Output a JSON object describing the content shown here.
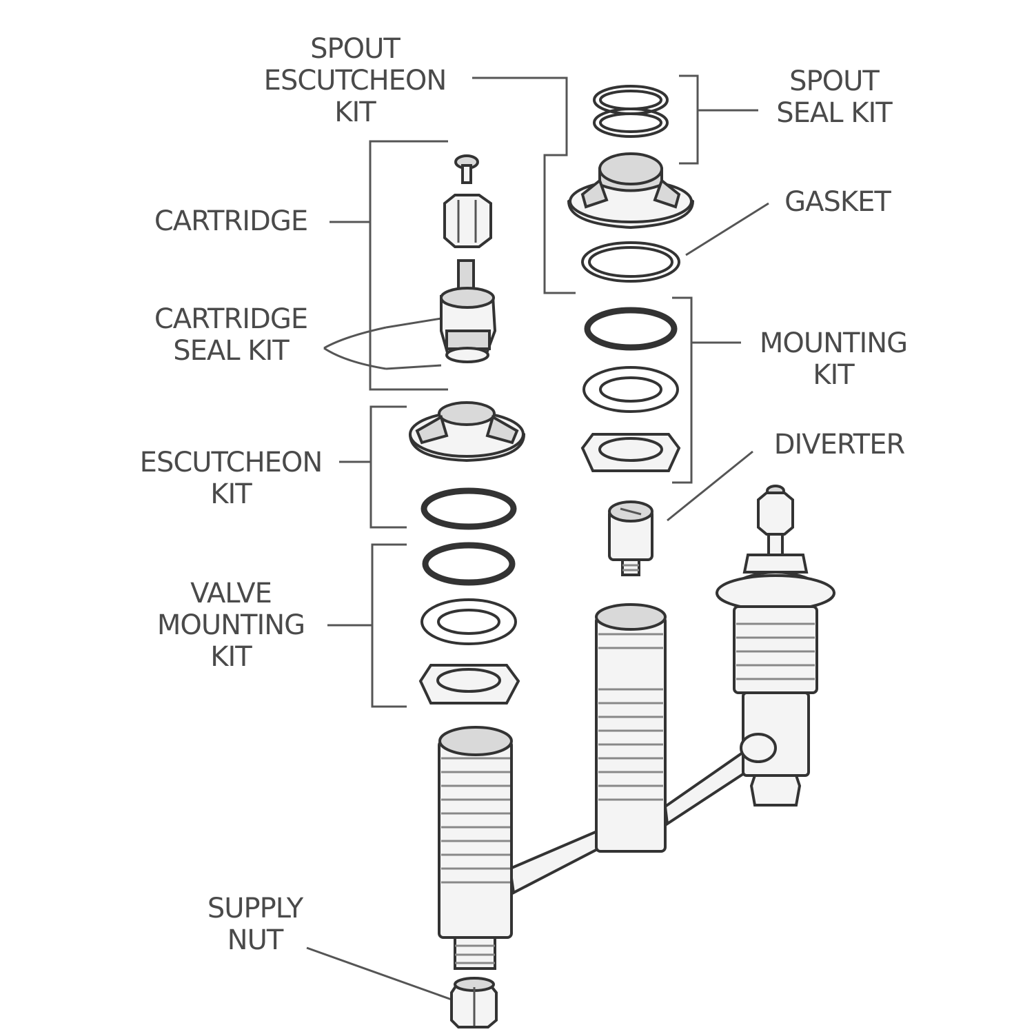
{
  "labels": {
    "spout_escutcheon_kit": [
      "SPOUT",
      "ESCUTCHEON",
      "KIT"
    ],
    "spout_seal_kit": [
      "SPOUT",
      "SEAL KIT"
    ],
    "cartridge": [
      "CARTRIDGE"
    ],
    "gasket": [
      "GASKET"
    ],
    "cartridge_seal_kit": [
      "CARTRIDGE",
      "SEAL KIT"
    ],
    "mounting_kit": [
      "MOUNTING",
      "KIT"
    ],
    "diverter": [
      "DIVERTER"
    ],
    "escutcheon_kit": [
      "ESCUTCHEON",
      "KIT"
    ],
    "valve_mounting_kit": [
      "VALVE",
      "MOUNTING",
      "KIT"
    ],
    "supply_nut": [
      "SUPPLY",
      "NUT"
    ]
  },
  "colors": {
    "ink": "#333333",
    "label": "#4a4a4a",
    "fill": "#f4f4f4"
  }
}
